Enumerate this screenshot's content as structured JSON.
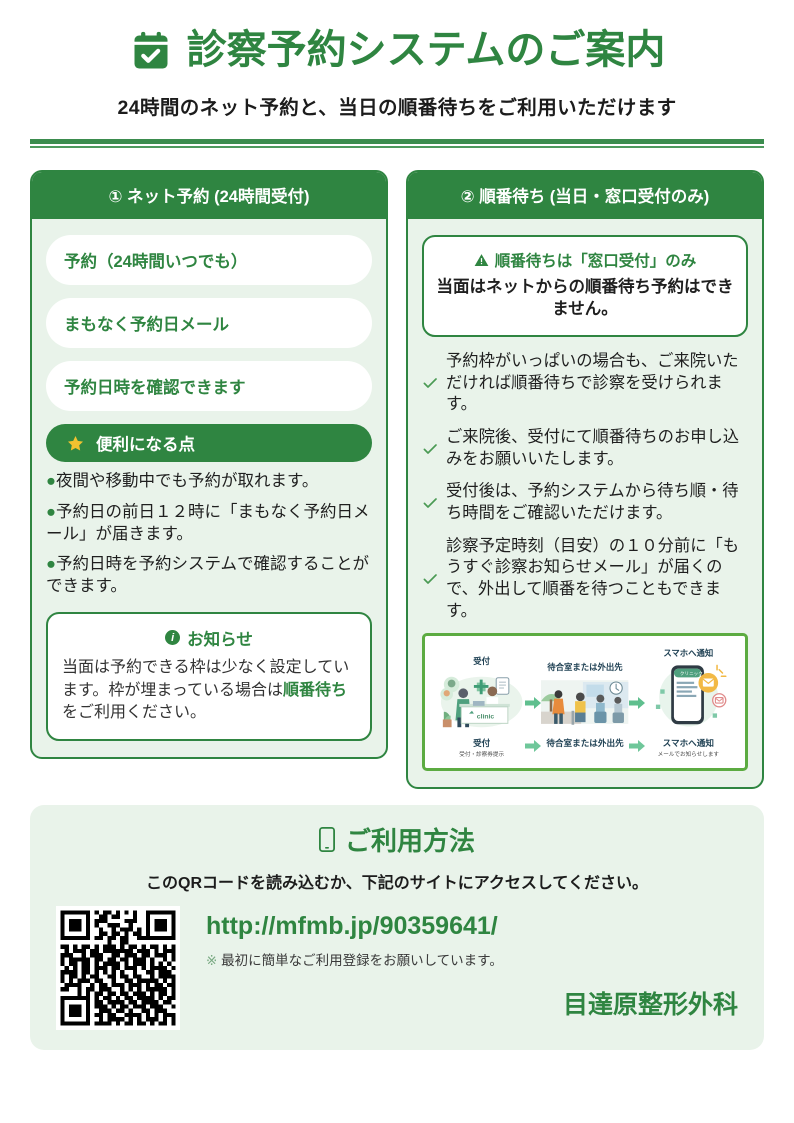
{
  "header": {
    "icon": "calendar-check-icon",
    "title": "診察予約システムのご案内",
    "subtitle": "24時間のネット予約と、当日の順番待ちをご利用いただけます"
  },
  "left_panel": {
    "heading": "① ネット予約 (24時間受付)",
    "steps": [
      "予約（24時間いつでも）",
      "まもなく予約日メール",
      "予約日時を確認できます"
    ],
    "benefits": {
      "icon": "star-icon",
      "label": "便利になる点",
      "items": [
        "夜間や移動中でも予約が取れます。",
        "予約日の前日１２時に「まもなく予約日メール」が届きます。",
        "予約日時を予約システムで確認することができます。"
      ],
      "bullet_mark": "●"
    },
    "notice": {
      "icon": "info-icon",
      "badge": "i",
      "title": "お知らせ",
      "text_before": "当面は予約できる枠は少なく設定しています。枠が埋まっている場合は",
      "highlight": "順番待ち",
      "text_after": "をご利用ください。"
    }
  },
  "right_panel": {
    "heading": "② 順番待ち (当日・窓口受付のみ)",
    "warning": {
      "icon": "warning-triangle-icon",
      "title": "順番待ちは「窓口受付」のみ",
      "body": "当面はネットからの順番待ち予約はできません。"
    },
    "checklist": [
      "予約枠がいっぱいの場合も、ご来院いただければ順番待ちで診察を受けられます。",
      "ご来院後、受付にて順番待ちのお申し込みをお願いいたします。",
      "受付後は、予約システムから待ち順・待ち時間をご確認いただけます。",
      "診察予定時刻（目安）の１０分前に「もうすぐ診察お知らせメール」が届くので、外出して順番を待つこともできます。"
    ],
    "check_icon": "check-icon",
    "illustration": {
      "top_labels": [
        "受付",
        "待合室または外出先",
        "スマホへ通知"
      ],
      "bottom_steps": [
        {
          "title": "受付",
          "sub": "受付・診察券提示"
        },
        {
          "title": "待合室または外出先",
          "sub": ""
        },
        {
          "title": "スマホへ通知",
          "sub": "メールでお知らせします"
        }
      ],
      "clinic_sign": "clinic",
      "arrow_icon": "arrow-right-icon"
    }
  },
  "bottom_panel": {
    "icon": "smartphone-icon",
    "title": "ご利用方法",
    "subtitle": "このQRコードを読み込むか、下記のサイトにアクセスしてください。",
    "qr_icon": "qr-code-icon",
    "url": "http://mfmb.jp/90359641/",
    "note_mark": "※",
    "note": "最初に簡単なご利用登録をお願いしています。",
    "clinic_name": "目達原整形外科"
  },
  "colors": {
    "brand_green": "#2f8541",
    "panel_bg": "#e9f3ea",
    "star_yellow": "#f2c230",
    "frame_green": "#5cab41"
  }
}
